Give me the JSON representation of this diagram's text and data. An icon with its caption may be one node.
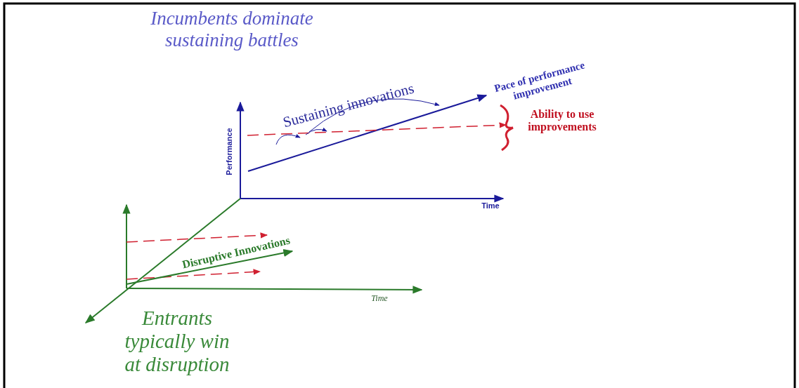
{
  "diagram": {
    "labels": [
      "Incumbents dominate sustaining battles",
      "Pace of performance improvement",
      "Sustaining innovations",
      "Ability to use improvements",
      "Performance",
      "Time",
      "Disruptive Innovations",
      "Time",
      "Entrants typically win at disruption"
    ]
  }
}
